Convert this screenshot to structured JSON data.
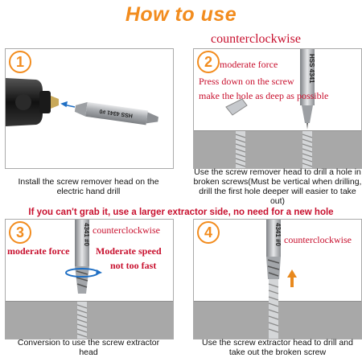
{
  "title": "How to use",
  "top_direction": "counterclockwise",
  "warning": "If you can't grab it, use a larger extractor side, no need for a new hole",
  "steps": [
    {
      "number": "1",
      "bit_text": "HSS 4341 #0",
      "caption": "Install the screw remover head on the electric hand drill"
    },
    {
      "number": "2",
      "bit_text": "HSS 4341",
      "force": "moderate force",
      "press": "Press down on the screw",
      "deep": "make the hole as deep as possible",
      "caption": "Use the screw remover head to drill a hole in broken screws(Must be vertical when drilling, drill the first hole deeper will easier to take out)"
    },
    {
      "number": "3",
      "bit_text": "4341 #0",
      "direction": "counterclockwise",
      "force": "moderate force",
      "speed": "Moderate speed",
      "speed2": "not too fast",
      "caption": "Conversion to use the screw extractor head"
    },
    {
      "number": "4",
      "bit_text": "4341 #0",
      "direction": "counterclockwise",
      "caption": "Use the screw extractor head to drill and take out the broken screw"
    }
  ],
  "colors": {
    "accent": "#f28c1e",
    "red": "#c8102e",
    "ground": "#a8a8a8",
    "steel": "#b9bcc0"
  }
}
